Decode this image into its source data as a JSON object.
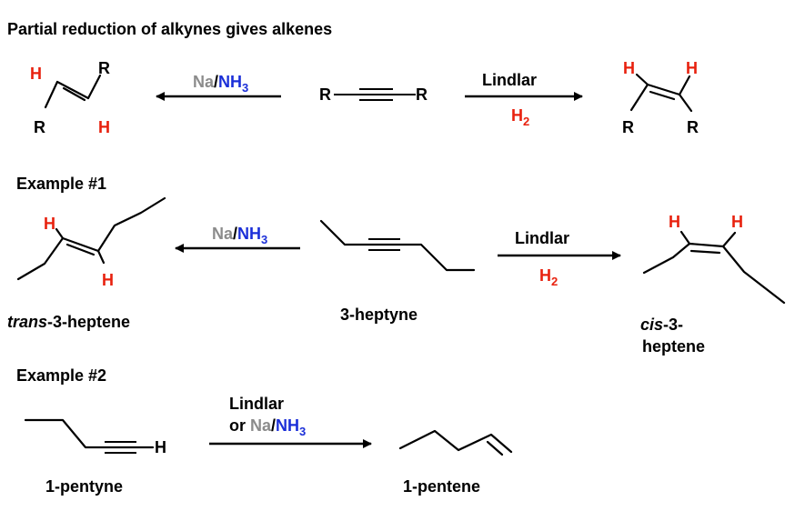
{
  "title": "Partial reduction of alkynes gives alkenes",
  "atoms": {
    "H": "H",
    "R": "R"
  },
  "reagents": {
    "na": "Na",
    "slash": "/",
    "n": "N",
    "h": "H",
    "sub3": "3",
    "lindlar": "Lindlar",
    "h2_h": "H",
    "h2_sub": "2",
    "or": "or"
  },
  "example1": {
    "heading": "Example #1",
    "reactant": "3-heptyne",
    "trans_prefix": "trans",
    "trans_rest": "-3-heptene",
    "cis_prefix": "cis",
    "cis_rest1": "-3-",
    "cis_rest2": "heptene"
  },
  "example2": {
    "heading": "Example #2",
    "reactant": "1-pentyne",
    "product": "1-pentene"
  },
  "colors": {
    "hydrogen": "#e8210e",
    "nitrogen": "#1b2fd8",
    "sodium": "#8c8c8c"
  }
}
